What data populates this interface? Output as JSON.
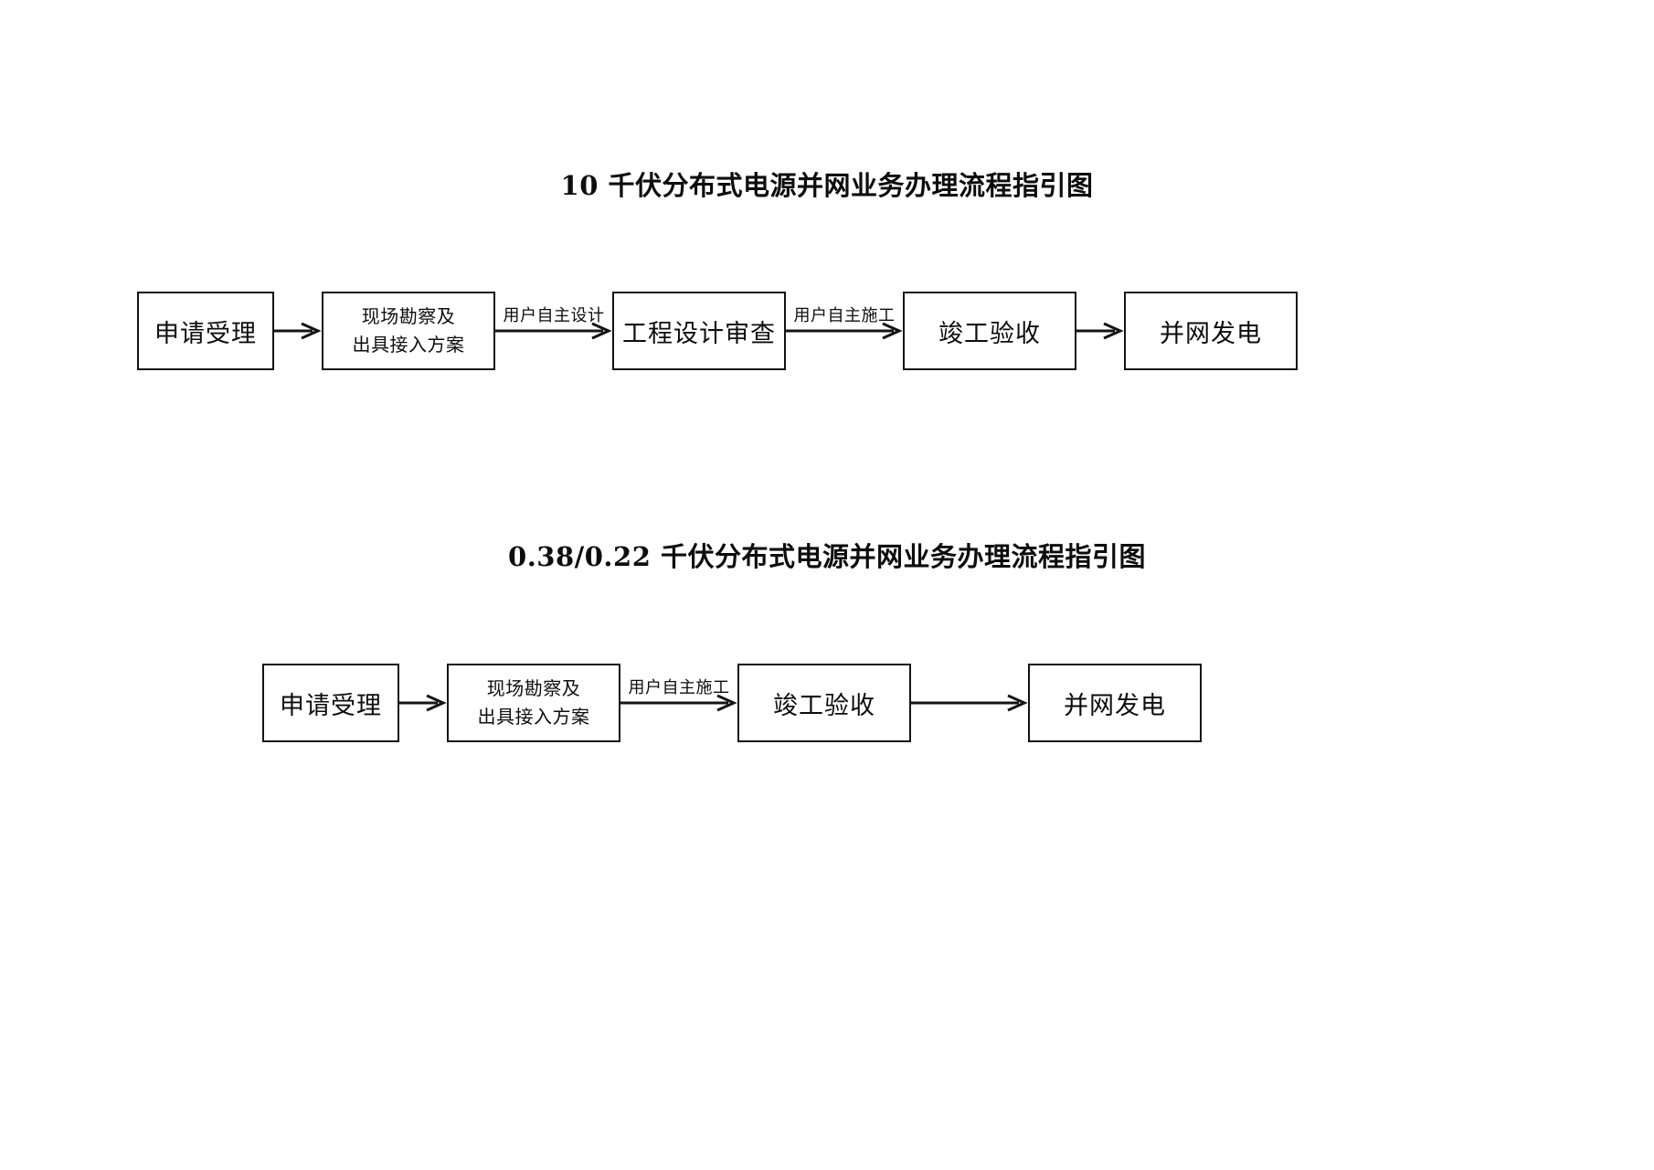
{
  "document": {
    "background_color": "#ffffff",
    "text_color": "#0d0d0d",
    "line_color": "#141414"
  },
  "diagrams": [
    {
      "title": "10 千伏分布式电源并网业务办理流程指引图",
      "nodes": [
        {
          "id": "apply",
          "lines": [
            "申请受理"
          ]
        },
        {
          "id": "survey",
          "lines": [
            "现场勘察及",
            "出具接入方案"
          ]
        },
        {
          "id": "design",
          "lines": [
            "工程设计审查"
          ]
        },
        {
          "id": "accept",
          "lines": [
            "竣工验收"
          ]
        },
        {
          "id": "grid",
          "lines": [
            "并网发电"
          ]
        }
      ],
      "edges": [
        {
          "from": "apply",
          "to": "survey",
          "label": ""
        },
        {
          "from": "survey",
          "to": "design",
          "label": "用户自主设计"
        },
        {
          "from": "design",
          "to": "accept",
          "label": "用户自主施工"
        },
        {
          "from": "accept",
          "to": "grid",
          "label": ""
        }
      ]
    },
    {
      "title": "0.38/0.22 千伏分布式电源并网业务办理流程指引图",
      "nodes": [
        {
          "id": "apply",
          "lines": [
            "申请受理"
          ]
        },
        {
          "id": "survey",
          "lines": [
            "现场勘察及",
            "出具接入方案"
          ]
        },
        {
          "id": "accept",
          "lines": [
            "竣工验收"
          ]
        },
        {
          "id": "grid",
          "lines": [
            "并网发电"
          ]
        }
      ],
      "edges": [
        {
          "from": "apply",
          "to": "survey",
          "label": ""
        },
        {
          "from": "survey",
          "to": "accept",
          "label": "用户自主施工"
        },
        {
          "from": "accept",
          "to": "grid",
          "label": ""
        }
      ]
    }
  ]
}
